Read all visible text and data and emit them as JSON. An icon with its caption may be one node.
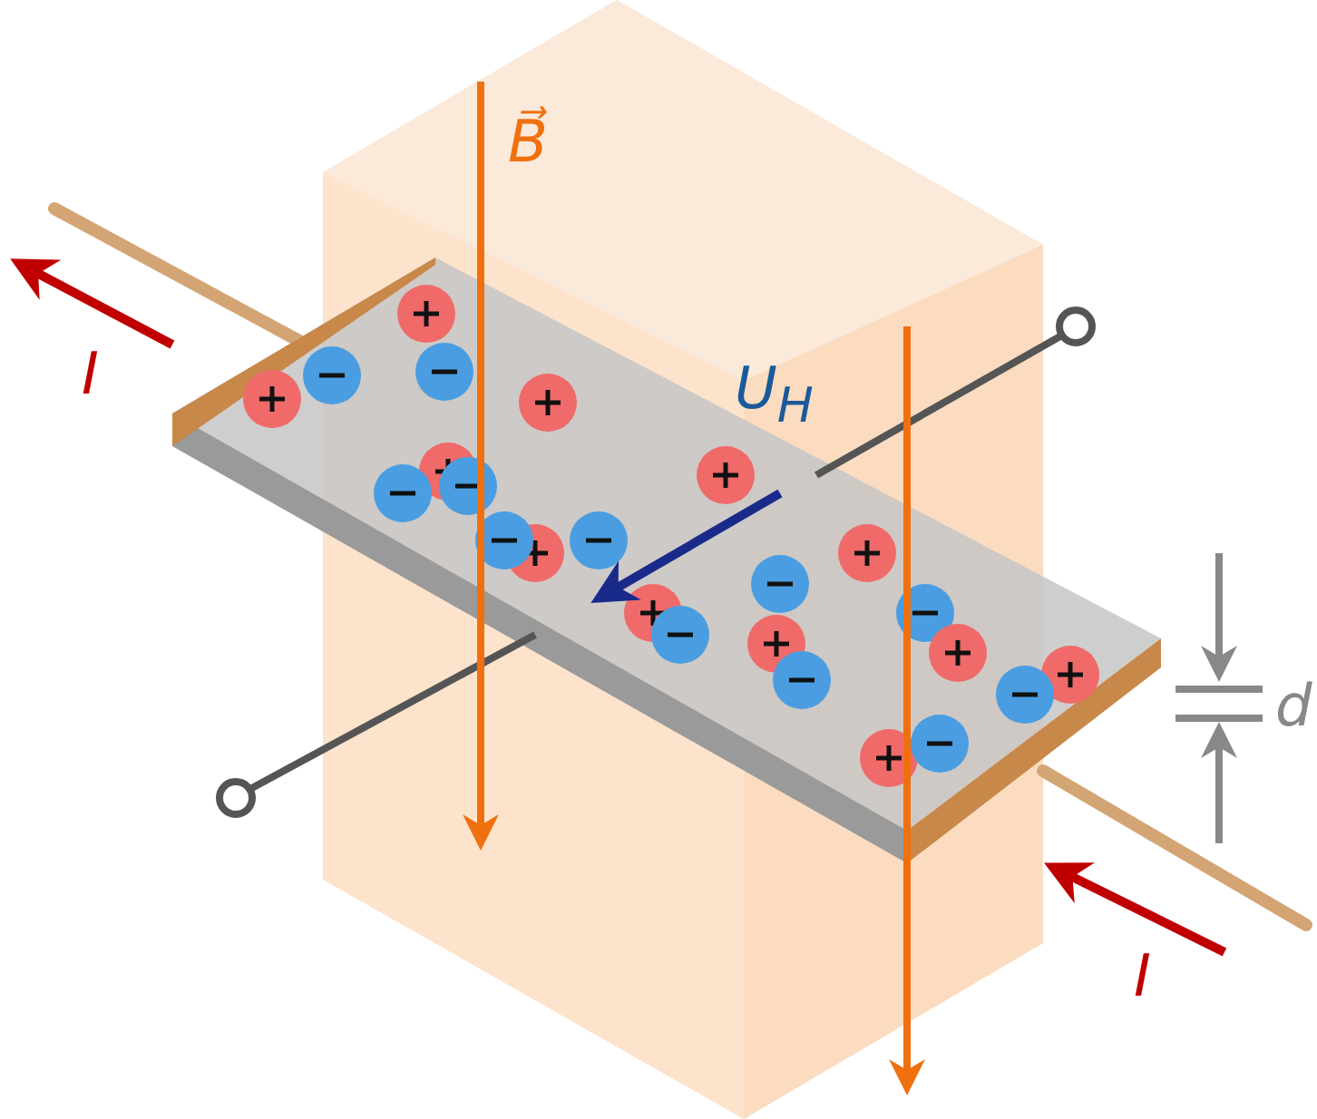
{
  "diagram": {
    "labels": [
      "B⃗",
      "I",
      "U$_{H}$",
      "d",
      "I"
    ]
  }
}
